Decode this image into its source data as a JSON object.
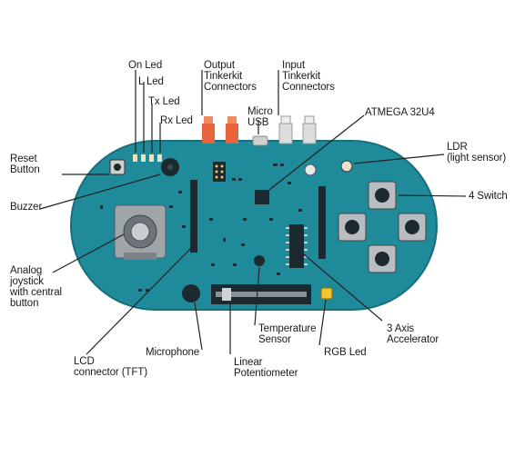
{
  "diagram": {
    "labels": {
      "on_led": "On Led",
      "l_led": "L Led",
      "tx_led": "Tx Led",
      "rx_led": "Rx Led",
      "output_tinkerkit": "Output\nTinkerkit\nConnectors",
      "input_tinkerkit": "Input\nTinkerkit\nConnectors",
      "micro_usb": "Micro\nUSB",
      "atmega": "ATMEGA 32U4",
      "ldr": "LDR\n(light sensor)",
      "four_switch": "4 Switch",
      "reset_button": "Reset\nButton",
      "buzzer": "Buzzer",
      "analog_joystick": "Analog\njoystick\nwith central\nbutton",
      "lcd_connector": "LCD\nconnector (TFT)",
      "microphone": "Microphone",
      "linear_potentiometer": "Linear\nPotentiometer",
      "temperature_sensor": "Temperature\nSensor",
      "rgb_led": "RGB Led",
      "accelerometer": "3 Axis\nAccelerator"
    },
    "colors": {
      "board": "#1f8a9a",
      "board_edge": "#176f7c",
      "component_dark": "#1c2a30",
      "connector_red": "#e8623a",
      "connector_white": "#dcdcdc",
      "rgb_led": "#f4c430",
      "leader_line": "#222222"
    }
  }
}
